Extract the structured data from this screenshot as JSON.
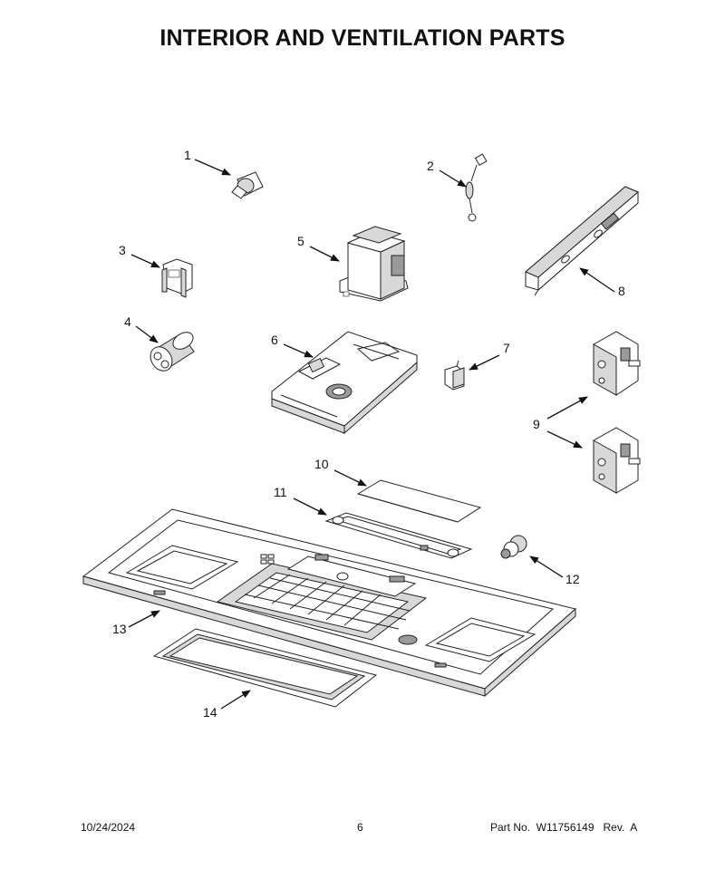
{
  "title": "INTERIOR AND VENTILATION PARTS",
  "callouts": {
    "c1": "1",
    "c2": "2",
    "c3": "3",
    "c4": "4",
    "c5": "5",
    "c6": "6",
    "c7": "7",
    "c8": "8",
    "c9": "9",
    "c10": "10",
    "c11": "11",
    "c12": "12",
    "c13": "13",
    "c14": "14"
  },
  "footer": {
    "date": "10/24/2024",
    "page": "6",
    "part_no": "Part No.  W11756149   Rev.  A"
  }
}
